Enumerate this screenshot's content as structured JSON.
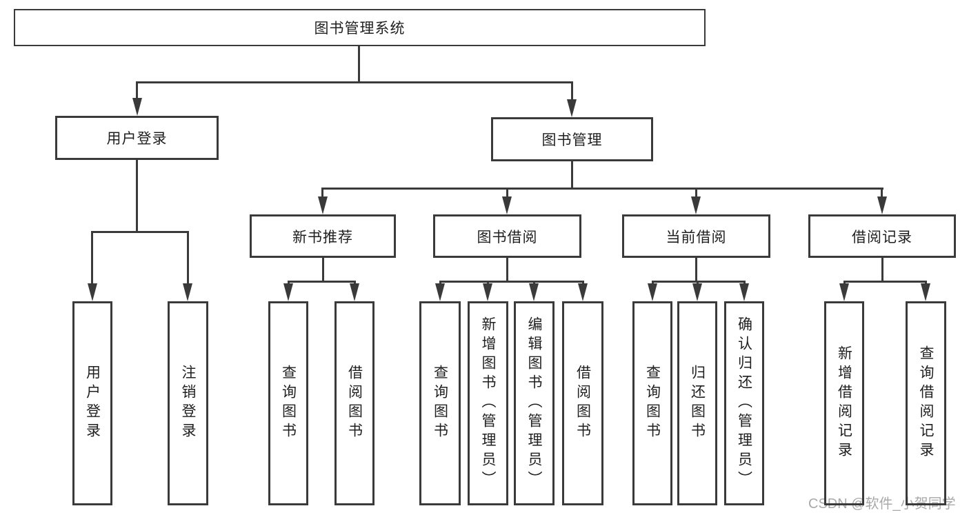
{
  "diagram": {
    "root": {
      "label": "图书管理系统"
    },
    "children": [
      {
        "label": "用户登录",
        "children": [
          {
            "label": "用户登录"
          },
          {
            "label": "注销登录"
          }
        ]
      },
      {
        "label": "图书管理",
        "children": [
          {
            "label": "新书推荐",
            "children": [
              {
                "label": "查询图书"
              },
              {
                "label": "借阅图书"
              }
            ]
          },
          {
            "label": "图书借阅",
            "children": [
              {
                "label": "查询图书"
              },
              {
                "label": "新增图书（管理员）"
              },
              {
                "label": "编辑图书（管理员）"
              },
              {
                "label": "借阅图书"
              }
            ]
          },
          {
            "label": "当前借阅",
            "children": [
              {
                "label": "查询图书"
              },
              {
                "label": "归还图书"
              },
              {
                "label": "确认归还（管理员）"
              }
            ]
          },
          {
            "label": "借阅记录",
            "children": [
              {
                "label": "新增借阅记录"
              },
              {
                "label": "查询借阅记录"
              }
            ]
          }
        ]
      }
    ]
  },
  "watermark": "CSDN @软件_小贺同学",
  "colors": {
    "line": "#3a3a3a",
    "text": "#1f1f1f",
    "background": "#ffffff",
    "watermark": "#a9a9a9"
  }
}
